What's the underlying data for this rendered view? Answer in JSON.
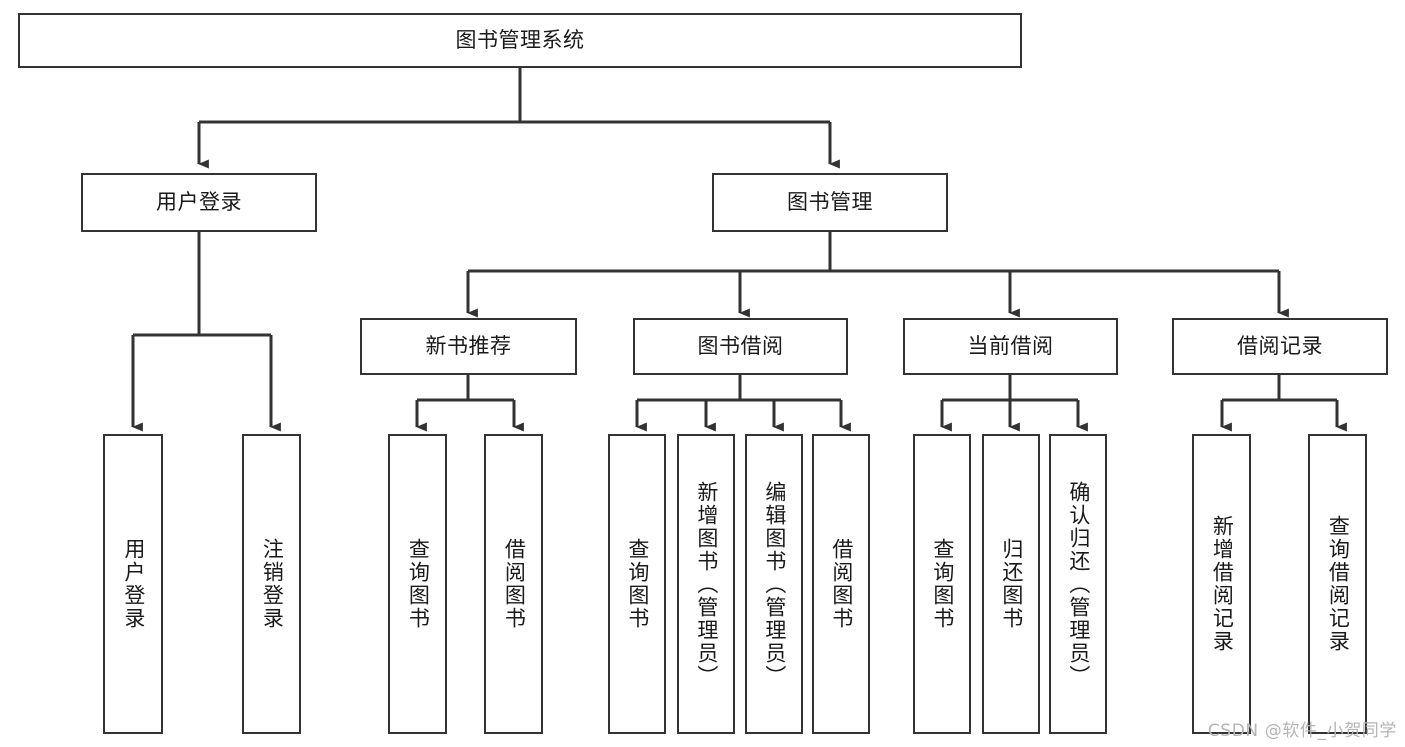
{
  "diagram": {
    "type": "tree-hierarchy",
    "title": "图书管理系统",
    "orientation": "top-down",
    "line_color": "#333333",
    "box_fill": "#ffffff",
    "text_color": "#1a1a1a",
    "root": {
      "label": "图书管理系统",
      "children": [
        {
          "label": "用户登录",
          "children": [
            {
              "label": "用户登录"
            },
            {
              "label": "注销登录"
            }
          ]
        },
        {
          "label": "图书管理",
          "children": [
            {
              "label": "新书推荐",
              "children": [
                {
                  "label": "查询图书"
                },
                {
                  "label": "借阅图书"
                }
              ]
            },
            {
              "label": "图书借阅",
              "children": [
                {
                  "label": "查询图书"
                },
                {
                  "label": "新增图书（管理员）"
                },
                {
                  "label": "编辑图书（管理员）"
                },
                {
                  "label": "借阅图书"
                }
              ]
            },
            {
              "label": "当前借阅",
              "children": [
                {
                  "label": "查询图书"
                },
                {
                  "label": "归还图书"
                },
                {
                  "label": "确认归还（管理员）"
                }
              ]
            },
            {
              "label": "借阅记录",
              "children": [
                {
                  "label": "新增借阅记录"
                },
                {
                  "label": "查询借阅记录"
                }
              ]
            }
          ]
        }
      ]
    },
    "nodes": {
      "root": "图书管理系统",
      "l2_user_login": "用户登录",
      "l2_book_manage": "图书管理",
      "l3_new_book_rec": "新书推荐",
      "l3_book_borrow": "图书借阅",
      "l3_current_borrow": "当前借阅",
      "l3_borrow_record": "借阅记录",
      "leaf_user_login": "用户登录",
      "leaf_logout": "注销登录",
      "leaf_rec_query_book": "查询图书",
      "leaf_rec_borrow_book": "借阅图书",
      "leaf_borrow_query_book": "查询图书",
      "leaf_borrow_add_book": "新增图书（管理员）",
      "leaf_borrow_edit_book": "编辑图书（管理员）",
      "leaf_borrow_borrow_book": "借阅图书",
      "leaf_cur_query_book": "查询图书",
      "leaf_cur_return_book": "归还图书",
      "leaf_cur_confirm_return": "确认归还（管理员）",
      "leaf_rec_add_record": "新增借阅记录",
      "leaf_rec_query_record": "查询借阅记录"
    }
  },
  "watermark": {
    "text": "CSDN @软件_小贺同学"
  }
}
